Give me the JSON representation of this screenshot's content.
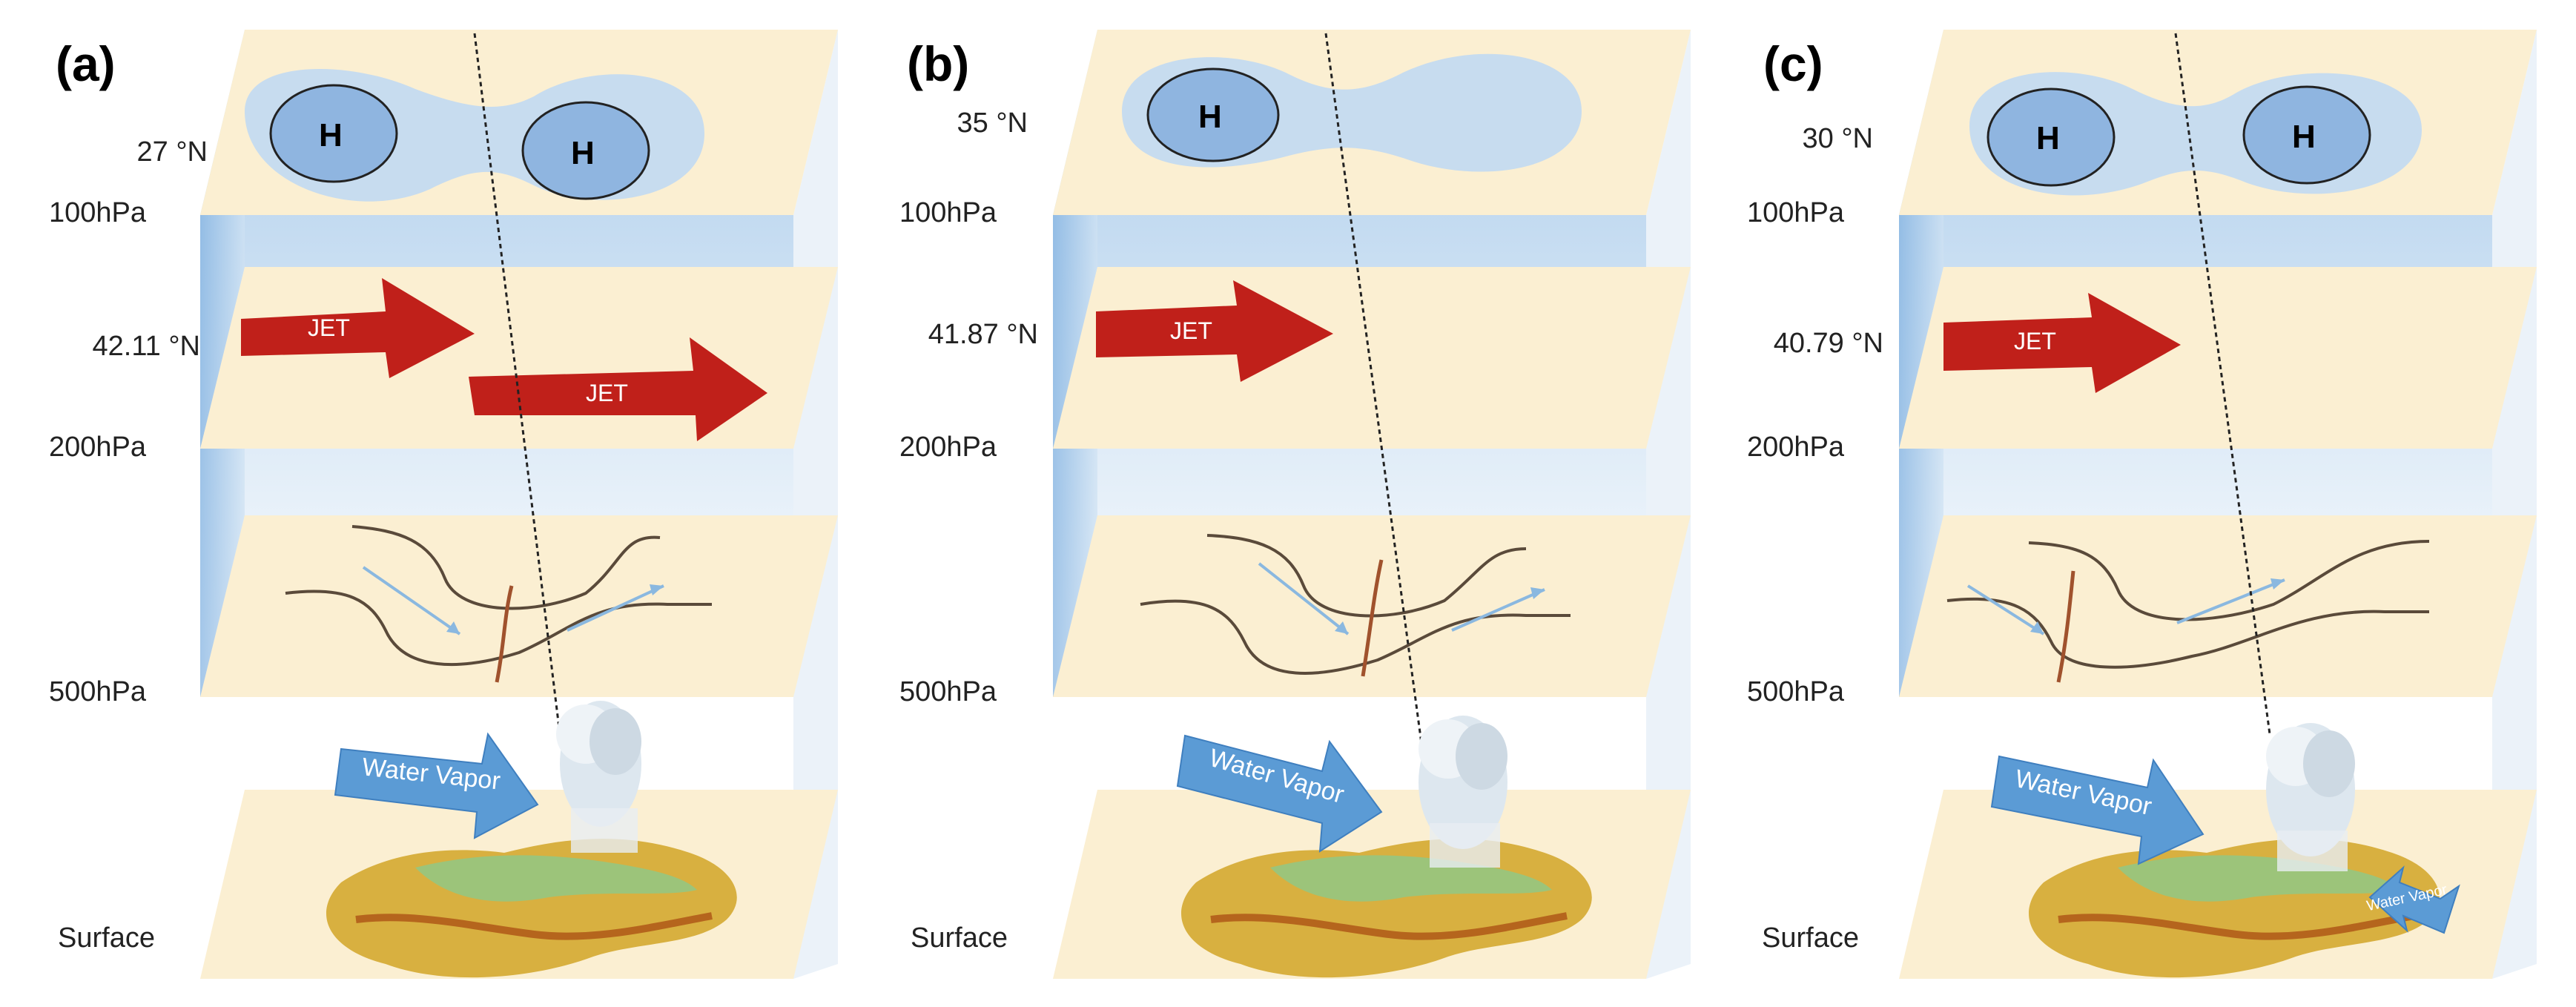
{
  "panels": [
    {
      "label": "(a)",
      "latitudes": [
        "27 °N",
        "42.11 °N"
      ],
      "levels": [
        "100hPa",
        "200hPa",
        "500hPa",
        "Surface"
      ],
      "high_labels": [
        "H",
        "H"
      ],
      "jet_labels": [
        "JET",
        "JET"
      ],
      "vapor_labels": [
        "Water Vapor"
      ]
    },
    {
      "label": "(b)",
      "latitudes": [
        "35 °N",
        "41.87 °N"
      ],
      "levels": [
        "100hPa",
        "200hPa",
        "500hPa",
        "Surface"
      ],
      "high_labels": [
        "H"
      ],
      "jet_labels": [
        "JET"
      ],
      "vapor_labels": [
        "Water Vapor"
      ]
    },
    {
      "label": "(c)",
      "latitudes": [
        "30 °N",
        "40.79 °N"
      ],
      "levels": [
        "100hPa",
        "200hPa",
        "500hPa",
        "Surface"
      ],
      "high_labels": [
        "H",
        "H"
      ],
      "jet_labels": [
        "JET"
      ],
      "vapor_labels": [
        "Water Vapor",
        "Water Vapor"
      ]
    }
  ],
  "colors": {
    "plane": "#fbefd2",
    "box_blue": "#a9cbe8",
    "high_fill": "#8fb5e0",
    "high_halo": "#c7dcef",
    "jet": "#c0201a",
    "vapor_arrow": "#5b9bd5",
    "trough_line": "#5a4a3a",
    "trough_axis": "#a0522d"
  }
}
